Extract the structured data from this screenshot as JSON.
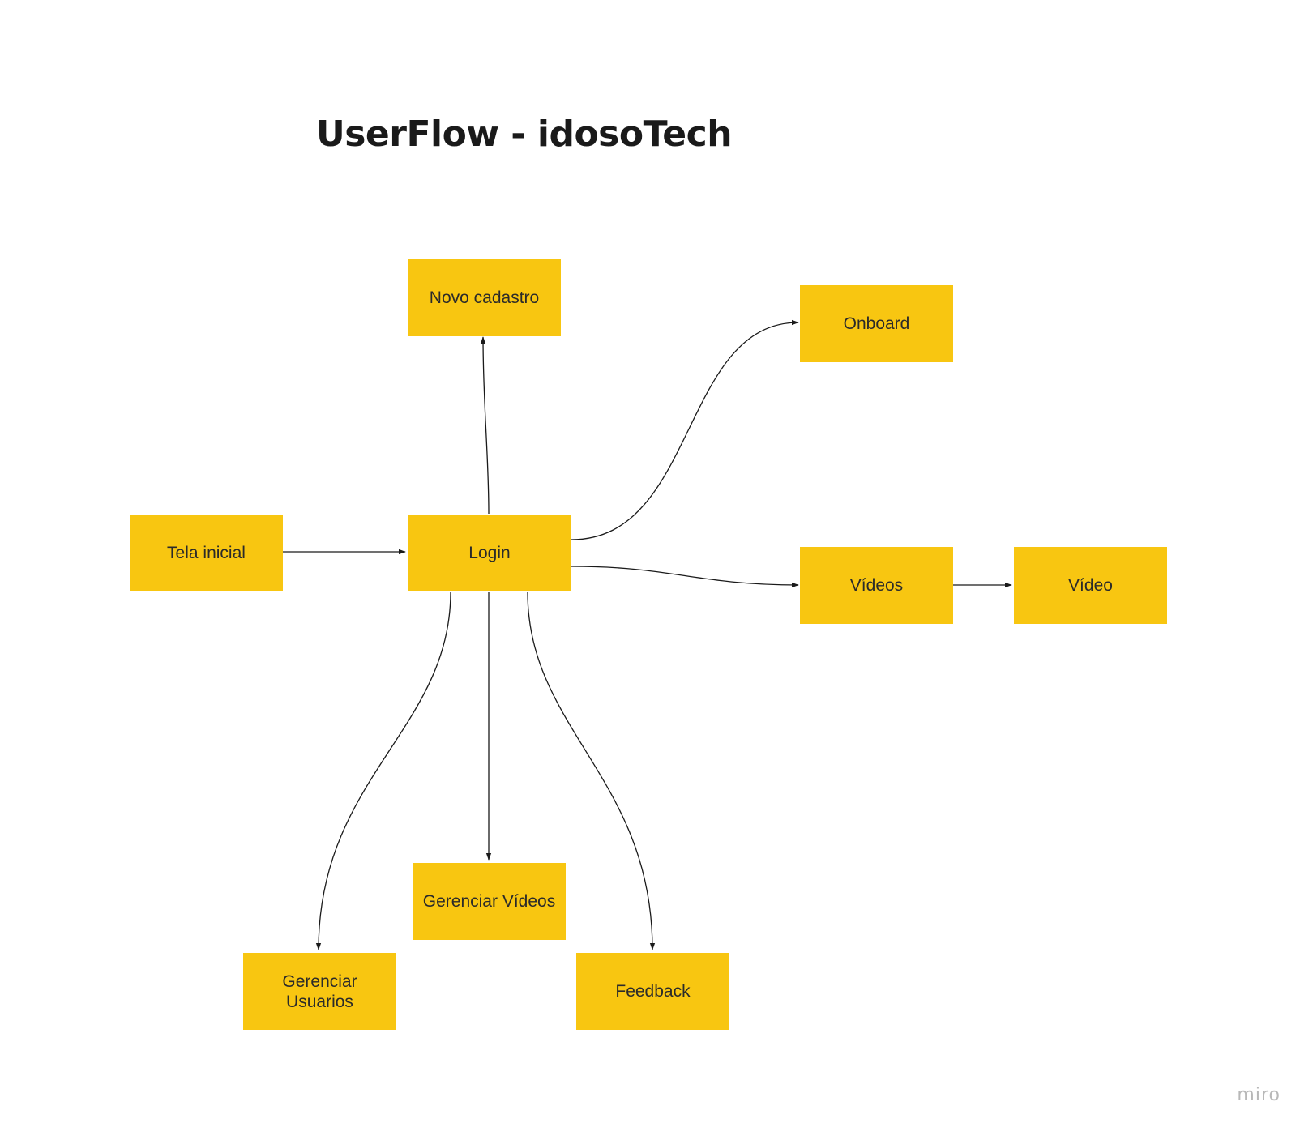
{
  "title": "UserFlow - idosoTech",
  "watermark": "miro",
  "colors": {
    "node_fill": "#f8c611",
    "node_text": "#2a2a2a",
    "connector": "#1a1a1a",
    "background": "#ffffff"
  },
  "nodes": {
    "tela_inicial": "Tela inicial",
    "login": "Login",
    "novo_cadastro": "Novo cadastro",
    "onboard": "Onboard",
    "videos": "Vídeos",
    "video": "Vídeo",
    "gerenciar_videos": "Gerenciar Vídeos",
    "gerenciar_usuarios": "Gerenciar\nUsuarios",
    "feedback": "Feedback"
  },
  "edges": [
    {
      "from": "Tela inicial",
      "to": "Login"
    },
    {
      "from": "Login",
      "to": "Novo cadastro"
    },
    {
      "from": "Login",
      "to": "Onboard"
    },
    {
      "from": "Login",
      "to": "Vídeos"
    },
    {
      "from": "Vídeos",
      "to": "Vídeo"
    },
    {
      "from": "Login",
      "to": "Gerenciar Vídeos"
    },
    {
      "from": "Login",
      "to": "Gerenciar Usuarios"
    },
    {
      "from": "Login",
      "to": "Feedback"
    }
  ]
}
